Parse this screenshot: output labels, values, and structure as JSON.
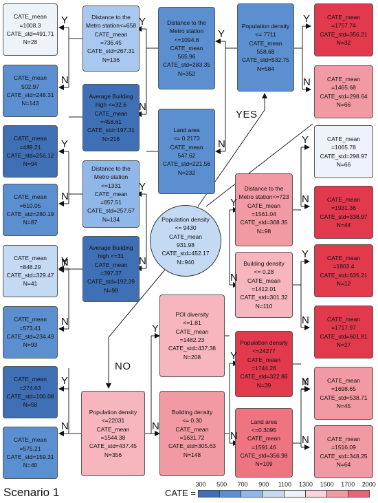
{
  "scenario_label": "Scenario 1",
  "branch_yes": "YES",
  "branch_no": "NO",
  "edge_y": "Y",
  "edge_n": "N",
  "legend": {
    "title": "CATE =",
    "ticks": [
      "300",
      "500",
      "700",
      "900",
      "1100",
      "1300",
      "1500",
      "1700",
      "2000"
    ],
    "colors": [
      "#3f6fb5",
      "#5b8fd0",
      "#8fb7e8",
      "#c4daf3",
      "#eef3fa",
      "#f9d3d8",
      "#f29aa3",
      "#ea6474",
      "#e2394d"
    ]
  },
  "nodes": {
    "root": {
      "lines": [
        "Population density",
        "<= 9430",
        "CATE_mean",
        "931.98",
        "CATE_std=452.17",
        "N=940"
      ]
    },
    "pd7711": {
      "lines": [
        "Population density",
        "<= 7711",
        "CATE_mean",
        "558.68",
        "CATE_std=532.75",
        "N=584"
      ]
    },
    "metro1094": {
      "lines": [
        "Distance to the",
        "Metro station",
        "<=1094.8",
        "CATE_mean",
        "565.96",
        "CATE_std=283.35",
        "N=352"
      ]
    },
    "landarea": {
      "lines": [
        "Land area",
        "<= 0.2173",
        "CATE_mean",
        "547.62",
        "CATE_std=221.56",
        "N=232"
      ]
    },
    "metro658": {
      "lines": [
        "Distance to the",
        "Metro station<=658",
        "CATE_mean",
        "=736.45",
        "CATE_std=267.31",
        "N=136"
      ]
    },
    "abh326": {
      "lines": [
        "Average Building",
        "high <=32.6",
        "CATE_mean",
        "=458.61",
        "CATE_std=197.31",
        "N=216"
      ]
    },
    "metro1331": {
      "lines": [
        "Distance to the",
        "Metro station",
        "<=1331",
        "CATE_mean",
        "=657.51",
        "CATE_std=257.67",
        "N=134"
      ]
    },
    "abh31": {
      "lines": [
        "Average Building",
        "high <=31",
        "CATE_mean",
        "=397.37",
        "CATE_std=192.39",
        "N=98"
      ]
    },
    "leaf1008": {
      "lines": [
        "CATE_mean",
        "=1008.3",
        "CATE_std=491.71",
        "N=28"
      ]
    },
    "leaf502": {
      "lines": [
        "CATE_mean",
        "502.97",
        "CATE_std=248.31",
        "N=143"
      ]
    },
    "leaf489": {
      "lines": [
        "CATE_mean",
        "=489.21",
        "CATE_std=256.12",
        "N=94"
      ]
    },
    "leaf610": {
      "lines": [
        "CATE_mean",
        "=610.05",
        "CATE_std=280.19",
        "N=87"
      ]
    },
    "leaf848": {
      "lines": [
        "CATE_mean",
        "=848.29",
        "CATE_std=329.47",
        "N=41"
      ]
    },
    "leaf573": {
      "lines": [
        "CATE_mean",
        "=573.41",
        "CATE_std=234.49",
        "N=93"
      ]
    },
    "leaf274": {
      "lines": [
        "CATE_mean",
        "=274.63",
        "CATE_std=100.08",
        "N=58"
      ]
    },
    "leaf575": {
      "lines": [
        "CATE_mean",
        "=575.21",
        "CATE_std=159.31",
        "N=40"
      ]
    },
    "pd22031": {
      "lines": [
        "Population density",
        "<=22031",
        "CATE_mean",
        "=1544.38",
        "CATE_std=437.45",
        "N=356"
      ]
    },
    "poi": {
      "lines": [
        "POI diversity",
        "<=1.81",
        "CATE_mean",
        "=1482.23",
        "CATE_std=437.38",
        "N=208"
      ]
    },
    "bd030": {
      "lines": [
        "Building density",
        "<= 0.30",
        "CATE_mean",
        "=1631.72",
        "CATE_std=305.63",
        "N=148"
      ]
    },
    "metro723": {
      "lines": [
        "Distance to the",
        "Metro station<=723",
        "CATE_mean",
        "=1561.04",
        "CATE_std=368.35",
        "N=98"
      ]
    },
    "bd028": {
      "lines": [
        "Building density",
        "<= 0.28",
        "CATE_mean",
        "=1412.01",
        "CATE_std=301.32",
        "N=110"
      ]
    },
    "pd24277": {
      "lines": [
        "Population density",
        "<=24277",
        "CATE_mean",
        "=1744.26",
        "CATE_std=322.86",
        "N=39"
      ]
    },
    "la03095": {
      "lines": [
        "Land area",
        "<=0.3095",
        "CATE_mean",
        "=1591.46",
        "CATE_std=356.98",
        "N=109"
      ]
    },
    "leaf1757": {
      "lines": [
        "CATE_mean",
        "=1757.74",
        "CATE_std=356.21",
        "N=32"
      ]
    },
    "leaf1465": {
      "lines": [
        "CATE_mean",
        "=1465.68",
        "CATE_std=298.64",
        "N=66"
      ]
    },
    "leaf1065": {
      "lines": [
        "CATE_mean",
        "=1065.78",
        "CATE_std=298.97",
        "N=66"
      ]
    },
    "leaf1931": {
      "lines": [
        "CATE_mean",
        "=1931.36",
        "CATE_std=338.97",
        "N=44"
      ]
    },
    "leaf1803": {
      "lines": [
        "CATE_mean",
        "=1803.4",
        "CATE_std=635.21",
        "N=12"
      ]
    },
    "leaf1717": {
      "lines": [
        "CATE_mean",
        "=1717.97",
        "CATE_std=601.81",
        "N=27"
      ]
    },
    "leaf1698": {
      "lines": [
        "CATE_mean",
        "=1698.65",
        "CATE_std=538.71",
        "N=45"
      ]
    },
    "leaf1516": {
      "lines": [
        "CATE_mean",
        "=1516.09",
        "CATE_std=348.25",
        "N=64"
      ]
    }
  }
}
